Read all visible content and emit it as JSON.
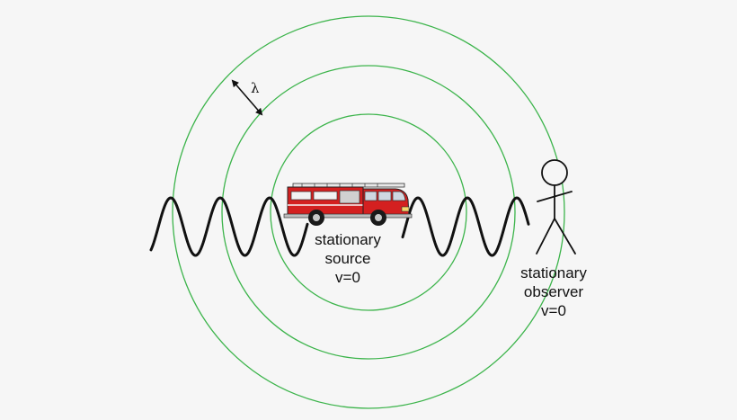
{
  "wavefronts": {
    "count": 3,
    "color": "#3cb44b"
  },
  "wavelength": {
    "symbol": "λ"
  },
  "source": {
    "line1": "stationary",
    "line2": "source",
    "line3": "v=0"
  },
  "observer": {
    "line1": "stationary",
    "line2": "observer",
    "line3": "v=0"
  },
  "vehicle": {
    "icon": "fire-truck-icon",
    "body_color": "#d42020"
  },
  "figure": {
    "icon": "stick-figure-icon"
  }
}
